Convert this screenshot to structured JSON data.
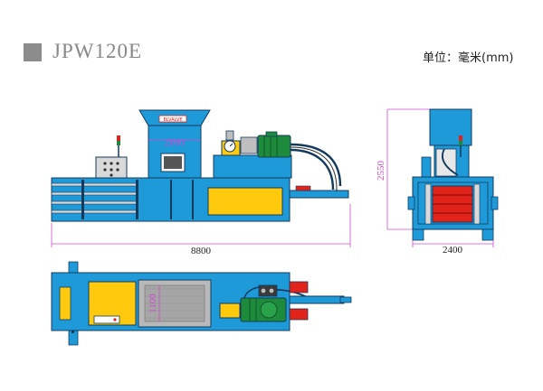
{
  "header": {
    "model": "JPW120E",
    "unit": "单位：毫米(mm)"
  },
  "brand_label": "BLVALVE",
  "dimensions": {
    "length": "8800",
    "height": "2550",
    "width": "2400",
    "hopper": "2000",
    "chamber": "1100"
  },
  "colors": {
    "frame_blue": "#1f9ad8",
    "outline_dark": "#143a5e",
    "yellow": "#ffc90e",
    "green_motor": "#1e8a3c",
    "red": "#e2231a",
    "magenta_dim": "#d04bd0",
    "chamber_gray": "#b9b9b9"
  }
}
